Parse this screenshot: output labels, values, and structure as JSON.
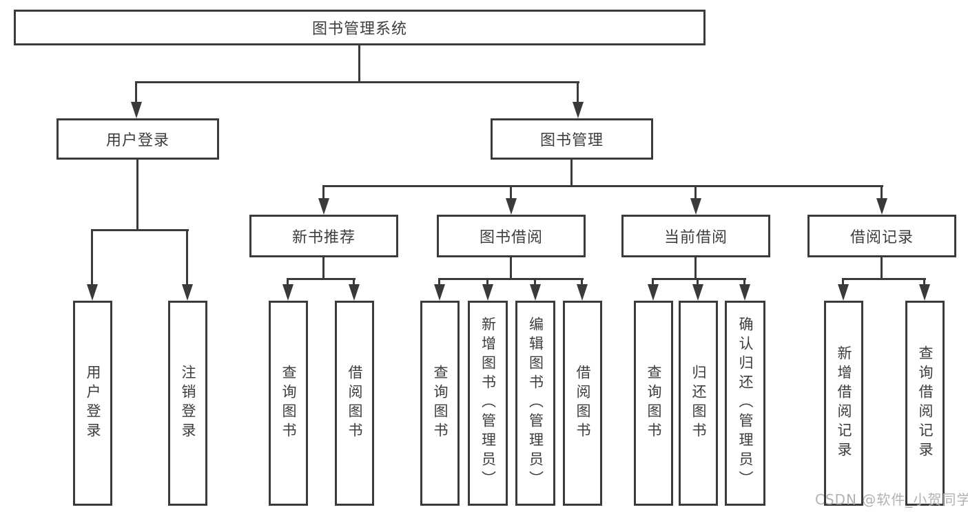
{
  "diagram": {
    "title": "图书管理系统",
    "branches": [
      {
        "label": "用户登录",
        "children": [
          {
            "label": "用户登录"
          },
          {
            "label": "注销登录"
          }
        ]
      },
      {
        "label": "图书管理",
        "children": [
          {
            "label": "新书推荐",
            "children": [
              {
                "label": "查询图书"
              },
              {
                "label": "借阅图书"
              }
            ]
          },
          {
            "label": "图书借阅",
            "children": [
              {
                "label": "查询图书"
              },
              {
                "label": "新增图书（管理员）"
              },
              {
                "label": "编辑图书（管理员）"
              },
              {
                "label": "借阅图书"
              }
            ]
          },
          {
            "label": "当前借阅",
            "children": [
              {
                "label": "查询图书"
              },
              {
                "label": "归还图书"
              },
              {
                "label": "确认归还（管理员）"
              }
            ]
          },
          {
            "label": "借阅记录",
            "children": [
              {
                "label": "新增借阅记录"
              },
              {
                "label": "查询借阅记录"
              }
            ]
          }
        ]
      }
    ]
  },
  "watermark": {
    "text": "CSDN @软件_小贺同学"
  },
  "colors": {
    "line": "#3a3a3a",
    "text": "#3d3d3d",
    "background": "#ffffff",
    "watermark": "#b2b2b2"
  }
}
